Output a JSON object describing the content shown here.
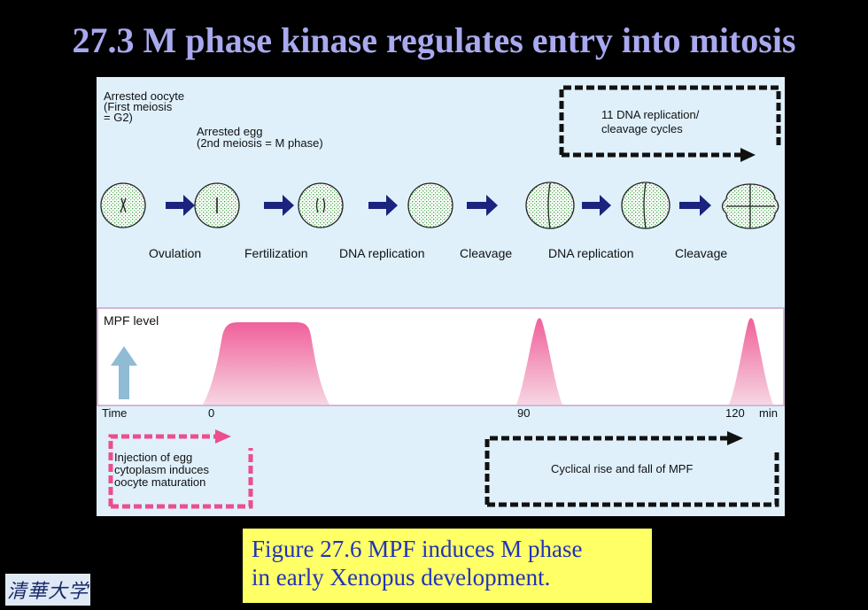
{
  "title": "27.3 M phase kinase regulates entry into mitosis",
  "top_notes": {
    "arrested_oocyte": [
      "Arrested oocyte",
      "(First meiosis",
      "= G2)"
    ],
    "arrested_egg": [
      "Arrested egg",
      "(2nd meiosis = M phase)"
    ],
    "cycles_box": [
      "11 DNA replication/",
      "cleavage cycles"
    ]
  },
  "stages": [
    "Ovulation",
    "Fertilization",
    "DNA replication",
    "Cleavage",
    "DNA replication",
    "Cleavage"
  ],
  "graph": {
    "y_label": "MPF level",
    "x_label": "Time",
    "ticks": [
      "0",
      "90",
      "120"
    ],
    "unit": "min"
  },
  "bottom_notes": {
    "injection": [
      "Injection of egg",
      "cytoplasm induces",
      "oocyte maturation"
    ],
    "cyclical": "Cyclical rise and fall of MPF"
  },
  "caption": {
    "line1": "Figure 27.6 MPF induces M phase",
    "line2": "in early Xenopus development."
  },
  "logo_text": "清華大学",
  "colors": {
    "title": "#a9a9f0",
    "panel": "#dff0fb",
    "arrow": "#1a237e",
    "mpf_peak": "#f0609a",
    "up_arrow": "#8fbcd4",
    "caption_bg": "#ffff66",
    "caption_text": "#2233bb",
    "pink_box": "#ec4e8e"
  }
}
